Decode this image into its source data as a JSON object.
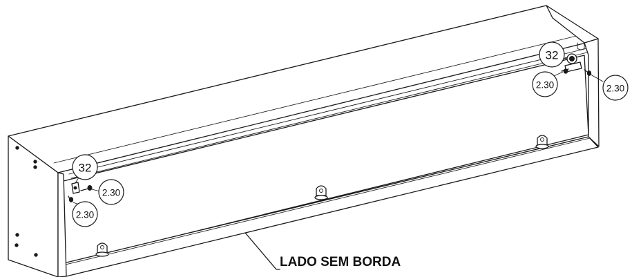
{
  "diagram": {
    "label_side": "LADO SEM BORDA",
    "callouts": {
      "left_dowel": "32",
      "left_screw_a": "2.30",
      "left_screw_b": "2.30",
      "right_dowel": "32",
      "right_screw_a": "2.30",
      "right_screw_b": "2.30"
    },
    "line_color": "#1a1a1a",
    "background": "#ffffff"
  }
}
